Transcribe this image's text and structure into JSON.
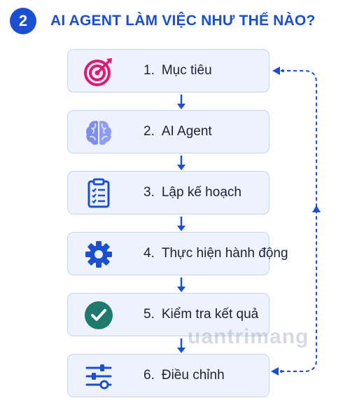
{
  "header": {
    "badge": "2",
    "title": "AI AGENT LÀM VIỆC NHƯ THẾ NÀO?"
  },
  "steps": [
    {
      "number": "1.",
      "label": "Mục tiêu",
      "icon": "target-icon"
    },
    {
      "number": "2.",
      "label": "AI Agent",
      "icon": "brain-icon"
    },
    {
      "number": "3.",
      "label": "Lập kế hoạch",
      "icon": "clipboard-checklist-icon"
    },
    {
      "number": "4.",
      "label": "Thực hiện hành động",
      "icon": "gear-icon"
    },
    {
      "number": "5.",
      "label": "Kiểm tra kết quả",
      "icon": "check-circle-icon"
    },
    {
      "number": "6.",
      "label": "Điều chỉnh",
      "icon": "sliders-icon"
    }
  ],
  "watermark": "uantrimang",
  "colors": {
    "accent": "#1a4fd3",
    "box_fill": "#edf2fc",
    "box_border": "#c7d4ee",
    "target": "#e01872",
    "brain": "#7c8cf0",
    "check": "#1f7a6e"
  }
}
